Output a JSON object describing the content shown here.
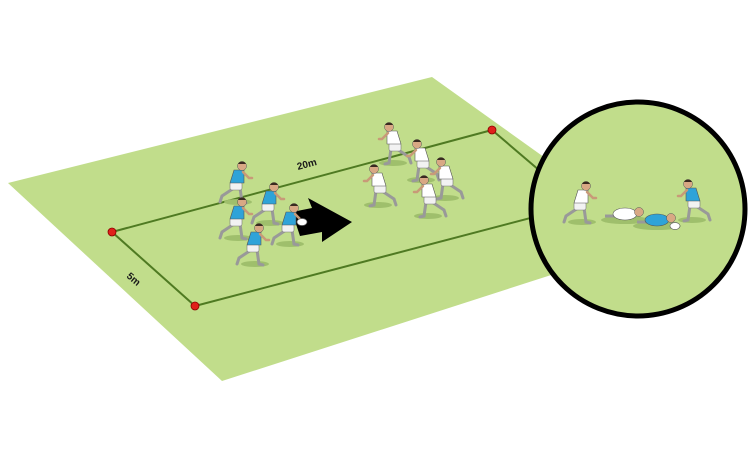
{
  "diagram": {
    "labels": {
      "length": "20m",
      "width": "5m"
    },
    "colors": {
      "pitch": "#c1dd8b",
      "lines": "#4f7a22",
      "cones": "#e0201b",
      "attack_team": "#2fa3d8",
      "defence_team": "#ffffff",
      "arrow": "#000000",
      "inset_border": "#000000"
    },
    "attack_players": 5,
    "defence_players": 5,
    "icons": {
      "arrow": "direction-arrow-icon",
      "cone": "cone-icon",
      "ball": "rugby-ball-icon"
    },
    "inset": {
      "description_players": [
        "white-support",
        "white-tackled",
        "blue-tackler",
        "blue-support"
      ]
    }
  }
}
